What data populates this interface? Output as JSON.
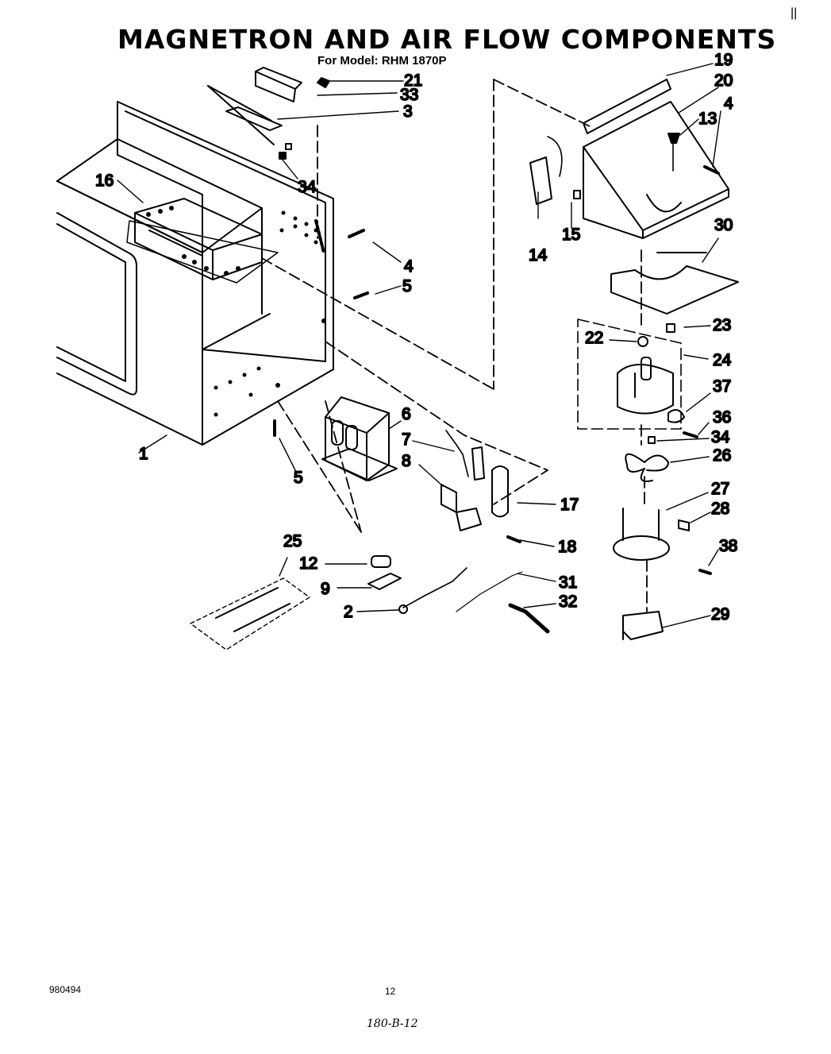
{
  "header": {
    "title": "MAGNETRON AND AIR FLOW COMPONENTS",
    "model": "For Model: RHM 1870P"
  },
  "callouts": {
    "c1": "1",
    "c2": "2",
    "c3": "3",
    "c4a": "4",
    "c4b": "4",
    "c5a": "5",
    "c5b": "5",
    "c6": "6",
    "c7": "7",
    "c8": "8",
    "c9": "9",
    "c12": "12",
    "c13": "13",
    "c14": "14",
    "c15": "15",
    "c16": "16",
    "c17": "17",
    "c18": "18",
    "c19": "19",
    "c20": "20",
    "c21": "21",
    "c22": "22",
    "c23": "23",
    "c24": "24",
    "c25": "25",
    "c26": "26",
    "c27": "27",
    "c28": "28",
    "c29": "29",
    "c30": "30",
    "c31": "31",
    "c32": "32",
    "c33": "33",
    "c34a": "34",
    "c34b": "34",
    "c36": "36",
    "c37": "37",
    "c38": "38"
  },
  "footer": {
    "doc_number": "980494",
    "page_number": "12",
    "handwritten_ref": "180-B-12",
    "corner_mark": "||"
  }
}
